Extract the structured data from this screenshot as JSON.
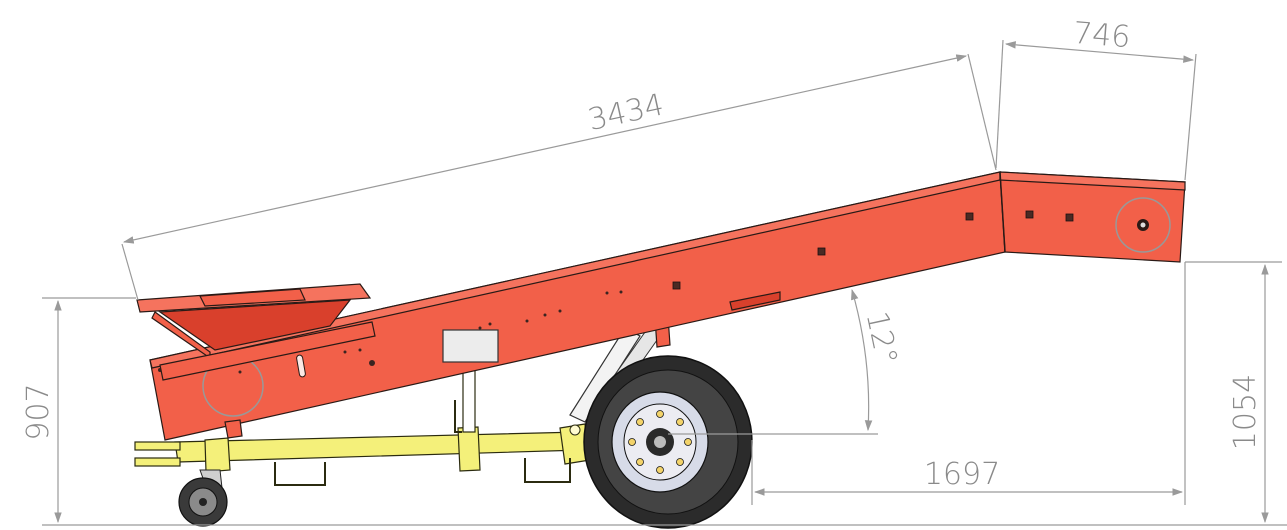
{
  "diagram": {
    "dimensions": {
      "conveyor_length": "3434",
      "head_section_length": "746",
      "angle": "12°",
      "inlet_height": "907",
      "discharge_height": "1054",
      "axle_to_end": "1697"
    },
    "colors": {
      "conveyor": "#f26049",
      "chassis": "#f4f07a",
      "tyre": "#2b2b2b",
      "rim": "#d7dbe8",
      "dimension": "#9a9a9a"
    }
  }
}
